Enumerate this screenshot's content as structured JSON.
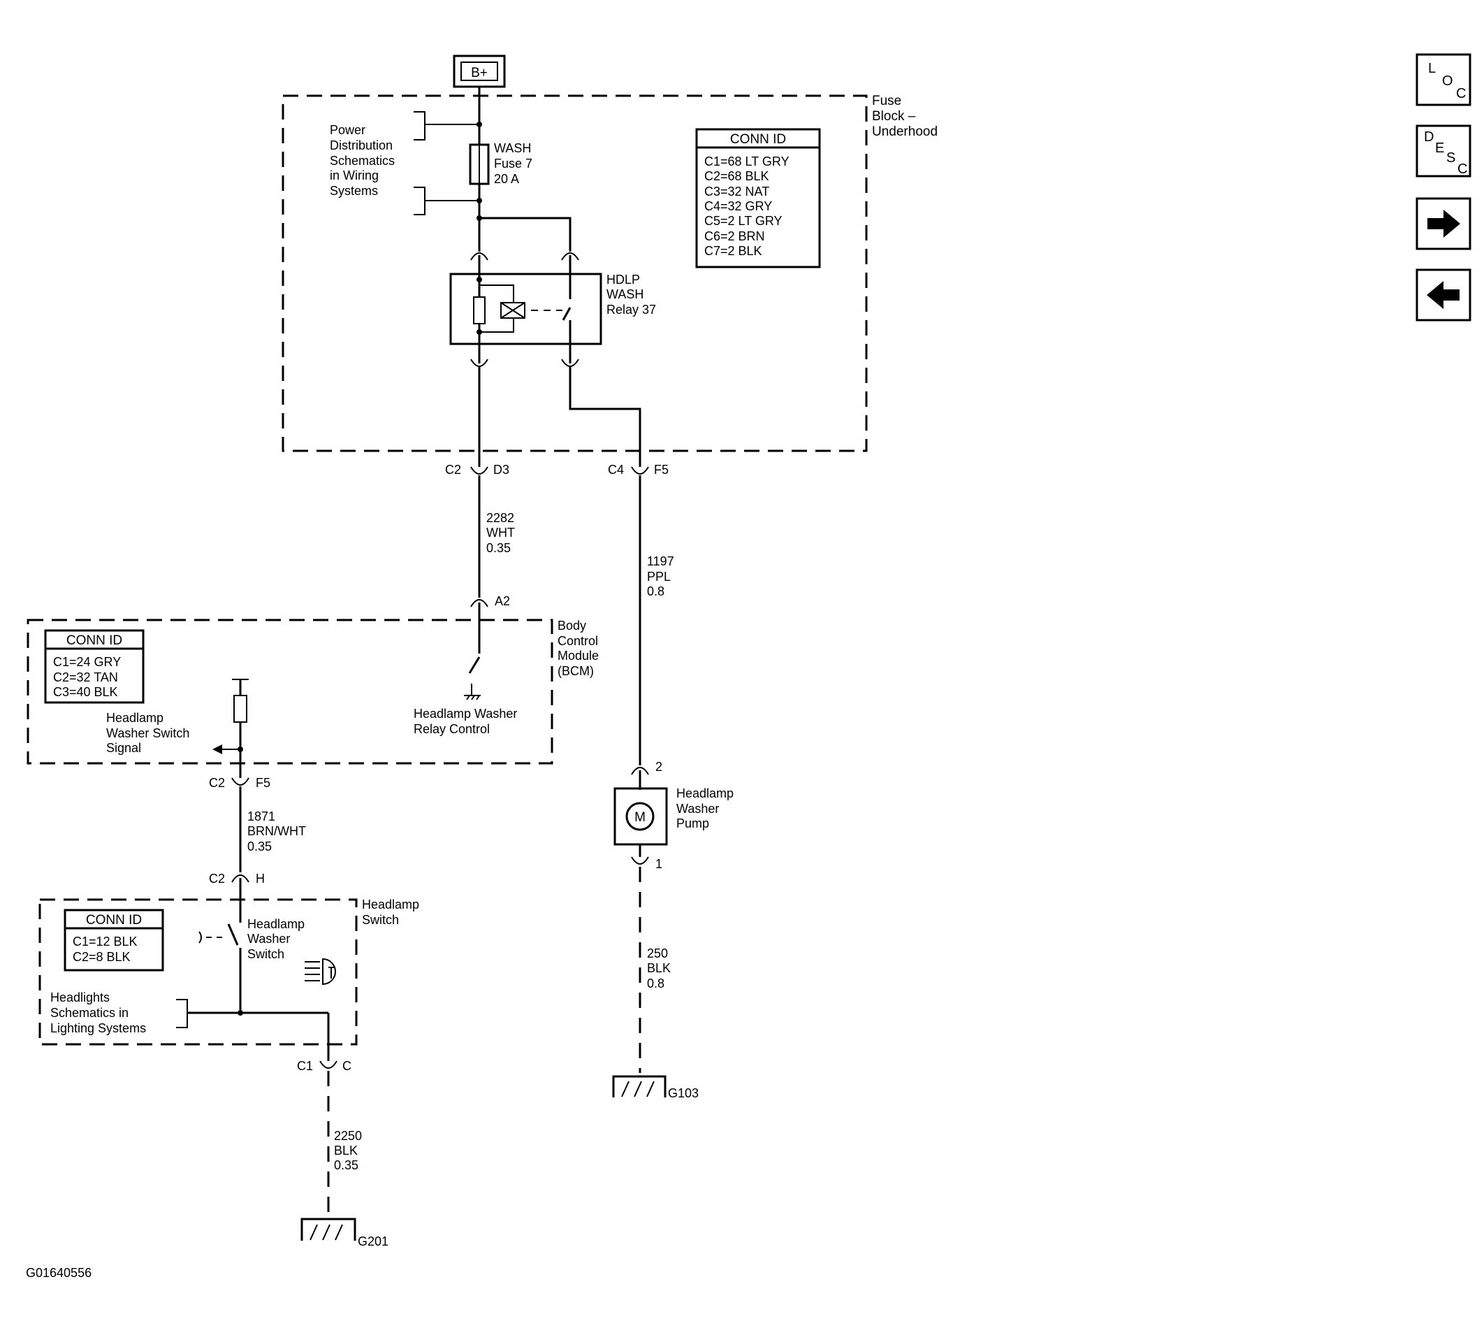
{
  "power": {
    "label": "B+"
  },
  "fuse_block": {
    "title": [
      "Fuse",
      "Block –",
      "Underhood"
    ],
    "power_ref": [
      "Power",
      "Distribution",
      "Schematics",
      "in Wiring",
      "Systems"
    ],
    "fuse": [
      "WASH",
      "Fuse 7",
      "20 A"
    ],
    "relay": [
      "HDLP",
      "WASH",
      "Relay 37"
    ],
    "conn_id": {
      "header": "CONN ID",
      "rows": [
        "C1=68 LT GRY",
        "C2=68 BLK",
        "C3=32 NAT",
        "C4=32 GRY",
        "C5=2 LT GRY",
        "C6=2 BRN",
        "C7=2 BLK"
      ]
    }
  },
  "connectors": {
    "c2": "C2",
    "d3": "D3",
    "c4": "C4",
    "f5": "F5",
    "a2": "A2",
    "c2_bcm": "C2",
    "f5_bcm": "F5",
    "c2_sw": "C2",
    "h": "H",
    "c1": "C1",
    "c": "C",
    "pump_2": "2",
    "pump_1": "1"
  },
  "wires": {
    "w2282": [
      "2282",
      "WHT",
      "0.35"
    ],
    "w1197": [
      "1197",
      "PPL",
      "0.8"
    ],
    "w1871": [
      "1871",
      "BRN/WHT",
      "0.35"
    ],
    "w250": [
      "250",
      "BLK",
      "0.8"
    ],
    "w2250": [
      "2250",
      "BLK",
      "0.35"
    ]
  },
  "bcm": {
    "title": [
      "Body",
      "Control",
      "Module",
      "(BCM)"
    ],
    "relay_control": [
      "Headlamp Washer",
      "Relay Control"
    ],
    "switch_signal": [
      "Headlamp",
      "Washer Switch",
      "Signal"
    ],
    "conn_id": {
      "header": "CONN ID",
      "rows": [
        "C1=24 GRY",
        "C2=32 TAN",
        "C3=40 BLK"
      ]
    }
  },
  "pump": {
    "label": [
      "Headlamp",
      "Washer",
      "Pump"
    ],
    "symbol": "M"
  },
  "headlamp_switch": {
    "title": [
      "Headlamp",
      "Switch"
    ],
    "washer_switch": [
      "Headlamp",
      "Washer",
      "Switch"
    ],
    "lighting_ref": [
      "Headlights",
      "Schematics in",
      "Lighting Systems"
    ],
    "conn_id": {
      "header": "CONN ID",
      "rows": [
        "C1=12 BLK",
        "C2=8 BLK"
      ]
    }
  },
  "grounds": {
    "g103": "G103",
    "g201": "G201"
  },
  "figure_id": "G01640556",
  "nav": {
    "loc": [
      "L",
      "O",
      "C"
    ],
    "desc": [
      "D",
      "E",
      "S",
      "C"
    ],
    "forward_icon": "arrow-right-icon",
    "back_icon": "arrow-left-icon"
  }
}
